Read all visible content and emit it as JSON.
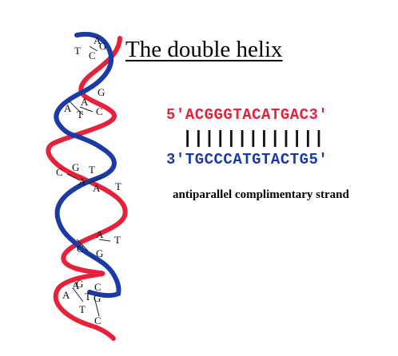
{
  "title": "The double helix",
  "strand_top": "5'ACGGGTACATGAC3'",
  "pair_marks": "|||||||||||||",
  "strand_bottom": "3'TGCCCATGTACTG5'",
  "caption": "antiparallel complimentary strand",
  "colors": {
    "red_strand": "#e8213b",
    "blue_strand": "#1a3aa8"
  },
  "helix_bases": [
    "A",
    "T",
    "G",
    "C",
    "G",
    "A",
    "T",
    "A",
    "C",
    "C",
    "G",
    "T",
    "A",
    "A",
    "T",
    "T",
    "C",
    "A",
    "G",
    "A",
    "T",
    "G",
    "C",
    "T",
    "G",
    "C",
    "A"
  ]
}
